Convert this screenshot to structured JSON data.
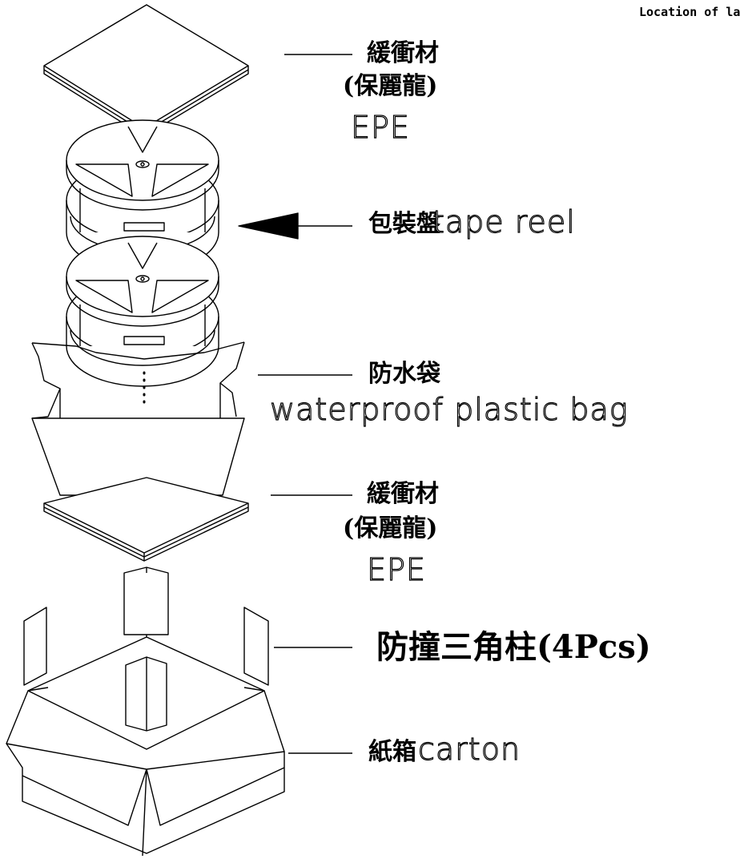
{
  "header": {
    "title": "Location of la"
  },
  "labels": {
    "top_cushion_zh_1": "緩衝材",
    "top_cushion_zh_2": "(保麗龍)",
    "top_cushion_en": "EPE",
    "reel_zh": "包裝盤",
    "reel_en": "tape reel",
    "bag_zh": "防水袋",
    "bag_en": "waterproof plastic bag",
    "bottom_cushion_zh_1": "緩衝材",
    "bottom_cushion_zh_2": "(保麗龍)",
    "bottom_cushion_en": "EPE",
    "corner_zh": "防撞三角柱(4Pcs)",
    "carton_zh": "紙箱",
    "carton_en": "carton"
  },
  "colors": {
    "ink": "#000000",
    "paper": "#ffffff"
  }
}
